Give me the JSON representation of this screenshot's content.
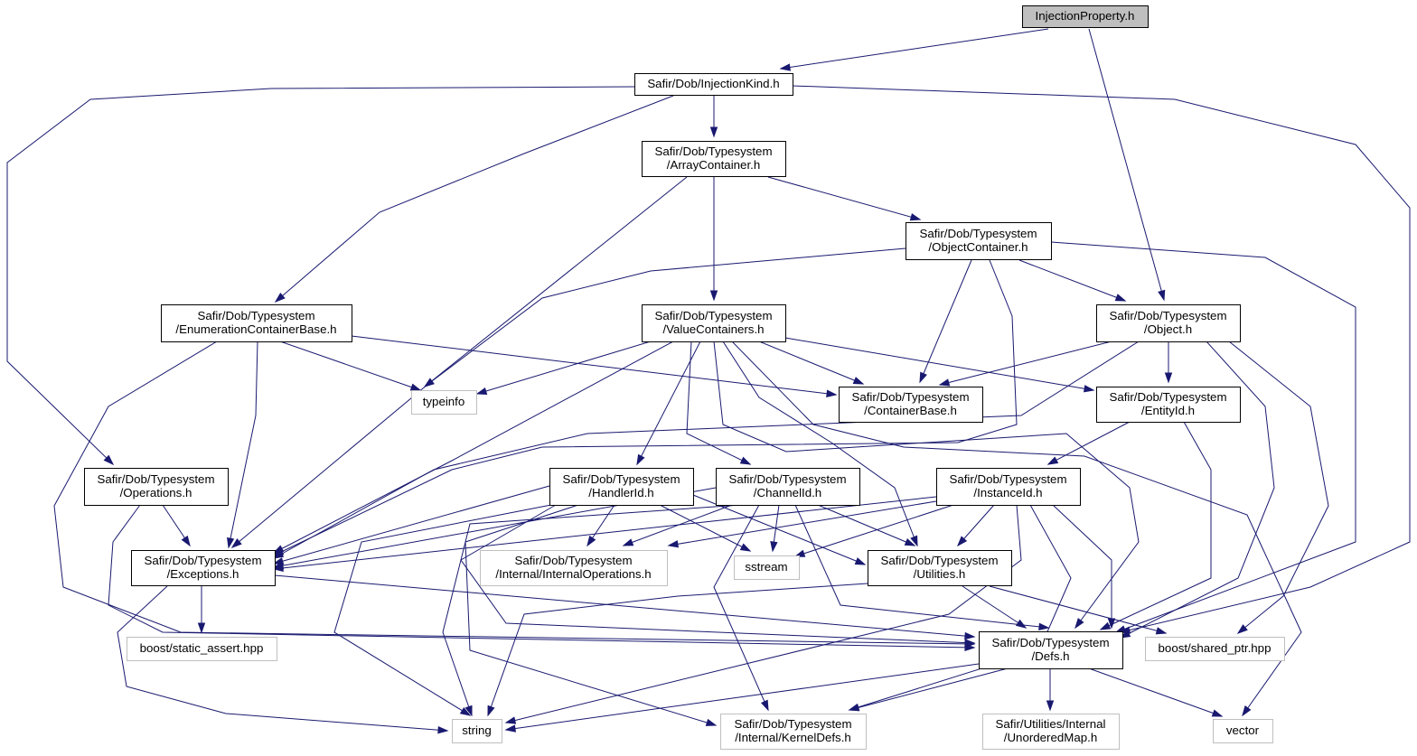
{
  "title": "InjectionProperty.h",
  "colors": {
    "edge": "#191970",
    "root_fill": "#bfbfbf",
    "node_border": "#000000",
    "external_border": "#bfbfbf"
  },
  "nodes": [
    {
      "id": "root",
      "lines": [
        "InjectionProperty.h"
      ],
      "kind": "root"
    },
    {
      "id": "injectionkind",
      "lines": [
        "Safir/Dob/InjectionKind.h"
      ],
      "kind": "internal"
    },
    {
      "id": "arraycontainer",
      "lines": [
        "Safir/Dob/Typesystem",
        "/ArrayContainer.h"
      ],
      "kind": "internal"
    },
    {
      "id": "objectcontainer",
      "lines": [
        "Safir/Dob/Typesystem",
        "/ObjectContainer.h"
      ],
      "kind": "internal"
    },
    {
      "id": "enumcontainerbase",
      "lines": [
        "Safir/Dob/Typesystem",
        "/EnumerationContainerBase.h"
      ],
      "kind": "internal"
    },
    {
      "id": "valuecontainers",
      "lines": [
        "Safir/Dob/Typesystem",
        "/ValueContainers.h"
      ],
      "kind": "internal"
    },
    {
      "id": "object",
      "lines": [
        "Safir/Dob/Typesystem",
        "/Object.h"
      ],
      "kind": "internal"
    },
    {
      "id": "typeinfo",
      "lines": [
        "typeinfo"
      ],
      "kind": "external"
    },
    {
      "id": "containerbase",
      "lines": [
        "Safir/Dob/Typesystem",
        "/ContainerBase.h"
      ],
      "kind": "internal"
    },
    {
      "id": "entityid",
      "lines": [
        "Safir/Dob/Typesystem",
        "/EntityId.h"
      ],
      "kind": "internal"
    },
    {
      "id": "operations",
      "lines": [
        "Safir/Dob/Typesystem",
        "/Operations.h"
      ],
      "kind": "internal"
    },
    {
      "id": "handlerid",
      "lines": [
        "Safir/Dob/Typesystem",
        "/HandlerId.h"
      ],
      "kind": "internal"
    },
    {
      "id": "channelid",
      "lines": [
        "Safir/Dob/Typesystem",
        "/ChannelId.h"
      ],
      "kind": "internal"
    },
    {
      "id": "instanceid",
      "lines": [
        "Safir/Dob/Typesystem",
        "/InstanceId.h"
      ],
      "kind": "internal"
    },
    {
      "id": "exceptions",
      "lines": [
        "Safir/Dob/Typesystem",
        "/Exceptions.h"
      ],
      "kind": "internal"
    },
    {
      "id": "internaloperations",
      "lines": [
        "Safir/Dob/Typesystem",
        "/Internal/InternalOperations.h"
      ],
      "kind": "external"
    },
    {
      "id": "sstream",
      "lines": [
        "sstream"
      ],
      "kind": "external"
    },
    {
      "id": "utilities",
      "lines": [
        "Safir/Dob/Typesystem",
        "/Utilities.h"
      ],
      "kind": "internal"
    },
    {
      "id": "staticassert",
      "lines": [
        "boost/static_assert.hpp"
      ],
      "kind": "external"
    },
    {
      "id": "defs",
      "lines": [
        "Safir/Dob/Typesystem",
        "/Defs.h"
      ],
      "kind": "internal"
    },
    {
      "id": "sharedptr",
      "lines": [
        "boost/shared_ptr.hpp"
      ],
      "kind": "external"
    },
    {
      "id": "string",
      "lines": [
        "string"
      ],
      "kind": "external"
    },
    {
      "id": "kerneldefs",
      "lines": [
        "Safir/Dob/Typesystem",
        "/Internal/KernelDefs.h"
      ],
      "kind": "external"
    },
    {
      "id": "unorderedmap",
      "lines": [
        "Safir/Utilities/Internal",
        "/UnorderedMap.h"
      ],
      "kind": "external"
    },
    {
      "id": "vector",
      "lines": [
        "vector"
      ],
      "kind": "external"
    }
  ]
}
